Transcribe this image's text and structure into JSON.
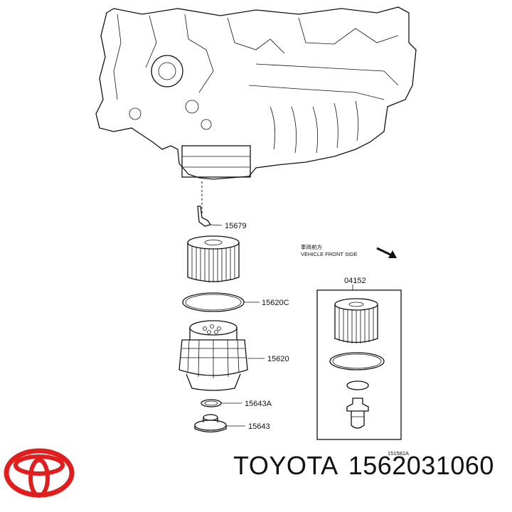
{
  "callouts": {
    "bracket": "15679",
    "gasket_ring": "15620C",
    "cap": "15620",
    "drain_ring": "15643A",
    "drain_plug": "15643",
    "kit": "04152"
  },
  "direction": {
    "japanese": "車両前方",
    "english": "VEHICLE FRONT SIDE"
  },
  "figure_code": "151582A",
  "brand": {
    "name": "TOYOTA",
    "part_number": "1562031060",
    "logo_color": "#e01e1e"
  }
}
